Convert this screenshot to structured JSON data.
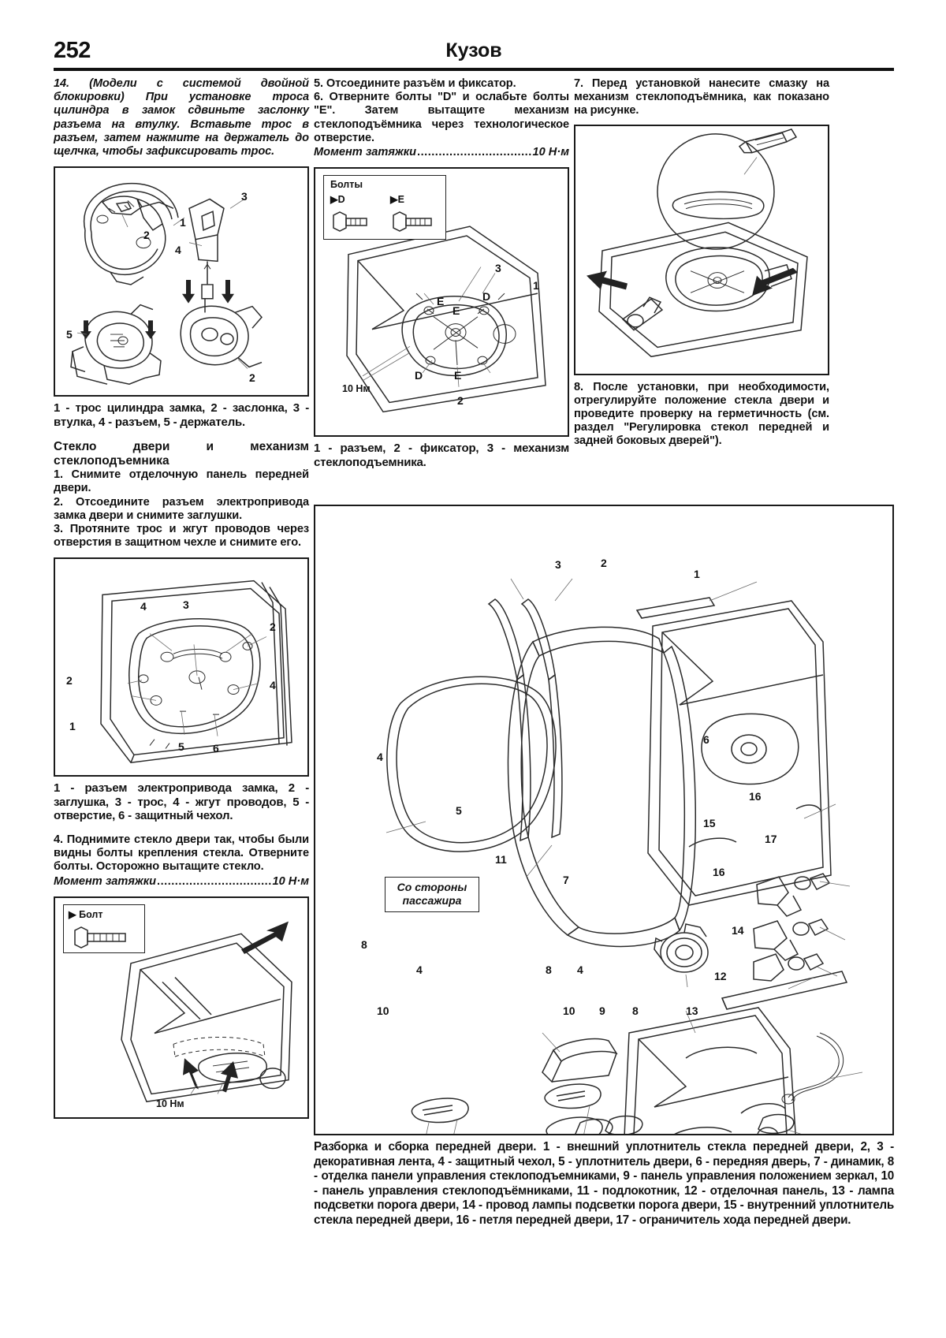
{
  "header": {
    "page_number": "252",
    "title": "Кузов"
  },
  "column1": {
    "para14": "14. (Модели с системой двойной блокировки) При установке троса цилиндра в замок сдвиньте заслонку разъема на втулку. Вставьте трос в разъем, затем нажмите на держатель до щелчка, чтобы зафиксировать трос.",
    "fig1_labels": [
      "1",
      "2",
      "3",
      "4",
      "5"
    ],
    "fig1_caption": "1 - трос цилиндра замка, 2 - заслонка, 3 - втулка, 4 - разъем, 5 - держатель.",
    "subhead": "Стекло двери и механизм стеклоподъемника",
    "step1": "1. Снимите отделочную панель передней двери.",
    "step2": "2. Отсоедините разъем электропривода замка двери и снимите заглушки.",
    "step3": "3. Протяните трос и жгут проводов через отверстия в защитном чехле и снимите его.",
    "fig2_labels": [
      "1",
      "2",
      "2",
      "3",
      "4",
      "4",
      "5",
      "6"
    ],
    "fig2_caption": "1 - разъем электропривода замка, 2 - заглушка, 3 - трос, 4 - жгут проводов, 5 - отверстие, 6 - защитный чехол.",
    "step4": "4. Поднимите стекло двери так, чтобы были видны болты крепления стекла. Отверните болты. Осторожно вытащите стекло.",
    "torque_label": "Момент затяжки",
    "torque_value": "10 Н·м",
    "fig3_bolt_label": "Болт",
    "fig3_torque": "10 Нм"
  },
  "column2": {
    "step5": "5. Отсоедините разъём и фиксатор.",
    "step6": "6. Отверните болты \"D\" и ослабьте болты \"E\". Затем вытащите механизм стеклоподъёмника через технологическое отверстие.",
    "torque_label": "Момент затяжки",
    "torque_value": "10 Н·м",
    "fig_bolts_title": "Болты",
    "fig_bolt_d": "D",
    "fig_bolt_e": "E",
    "fig_torque": "10 Нм",
    "fig_labels": [
      "1",
      "2",
      "3",
      "D",
      "D",
      "E",
      "E"
    ],
    "fig_caption": "1 - разъем, 2 - фиксатор, 3 - механизм стеклоподъемника."
  },
  "column3": {
    "step7": "7. Перед установкой нанесите смазку на механизм стеклоподъёмника, как показано на рисунке.",
    "step8": "8. После установки, при необходимости, отрегулируйте положение стекла двери и проведите проверку на герметичность (см. раздел \"Регулировка стекол передней и задней боковых дверей\")."
  },
  "big_figure": {
    "passenger_side_label": "Со стороны пассажира",
    "callouts": [
      "1",
      "2",
      "3",
      "4",
      "4",
      "4",
      "5",
      "6",
      "7",
      "8",
      "8",
      "9",
      "10",
      "10",
      "11",
      "12",
      "13",
      "14",
      "15",
      "16",
      "16",
      "17"
    ],
    "caption": "Разборка и сборка передней двери. 1 - внешний уплотнитель стекла передней двери, 2, 3 - декоративная лента, 4 - защитный чехол, 5 - уплотнитель двери, 6 - передняя дверь, 7 - динамик, 8 - отделка панели управления стеклоподъемниками, 9 - панель управления положением зеркал, 10 - панель управления стеклоподъёмниками, 11 - подлокотник, 12 - отделочная панель, 13 - лампа подсветки порога двери, 14 - провод лампы подсветки порога двери, 15 - внутренний уплотнитель стекла передней двери, 16 - петля передней двери, 17 - ограничитель хода передней двери."
  },
  "colors": {
    "ink": "#111111",
    "line": "#2b2b2b",
    "paper": "#ffffff"
  }
}
